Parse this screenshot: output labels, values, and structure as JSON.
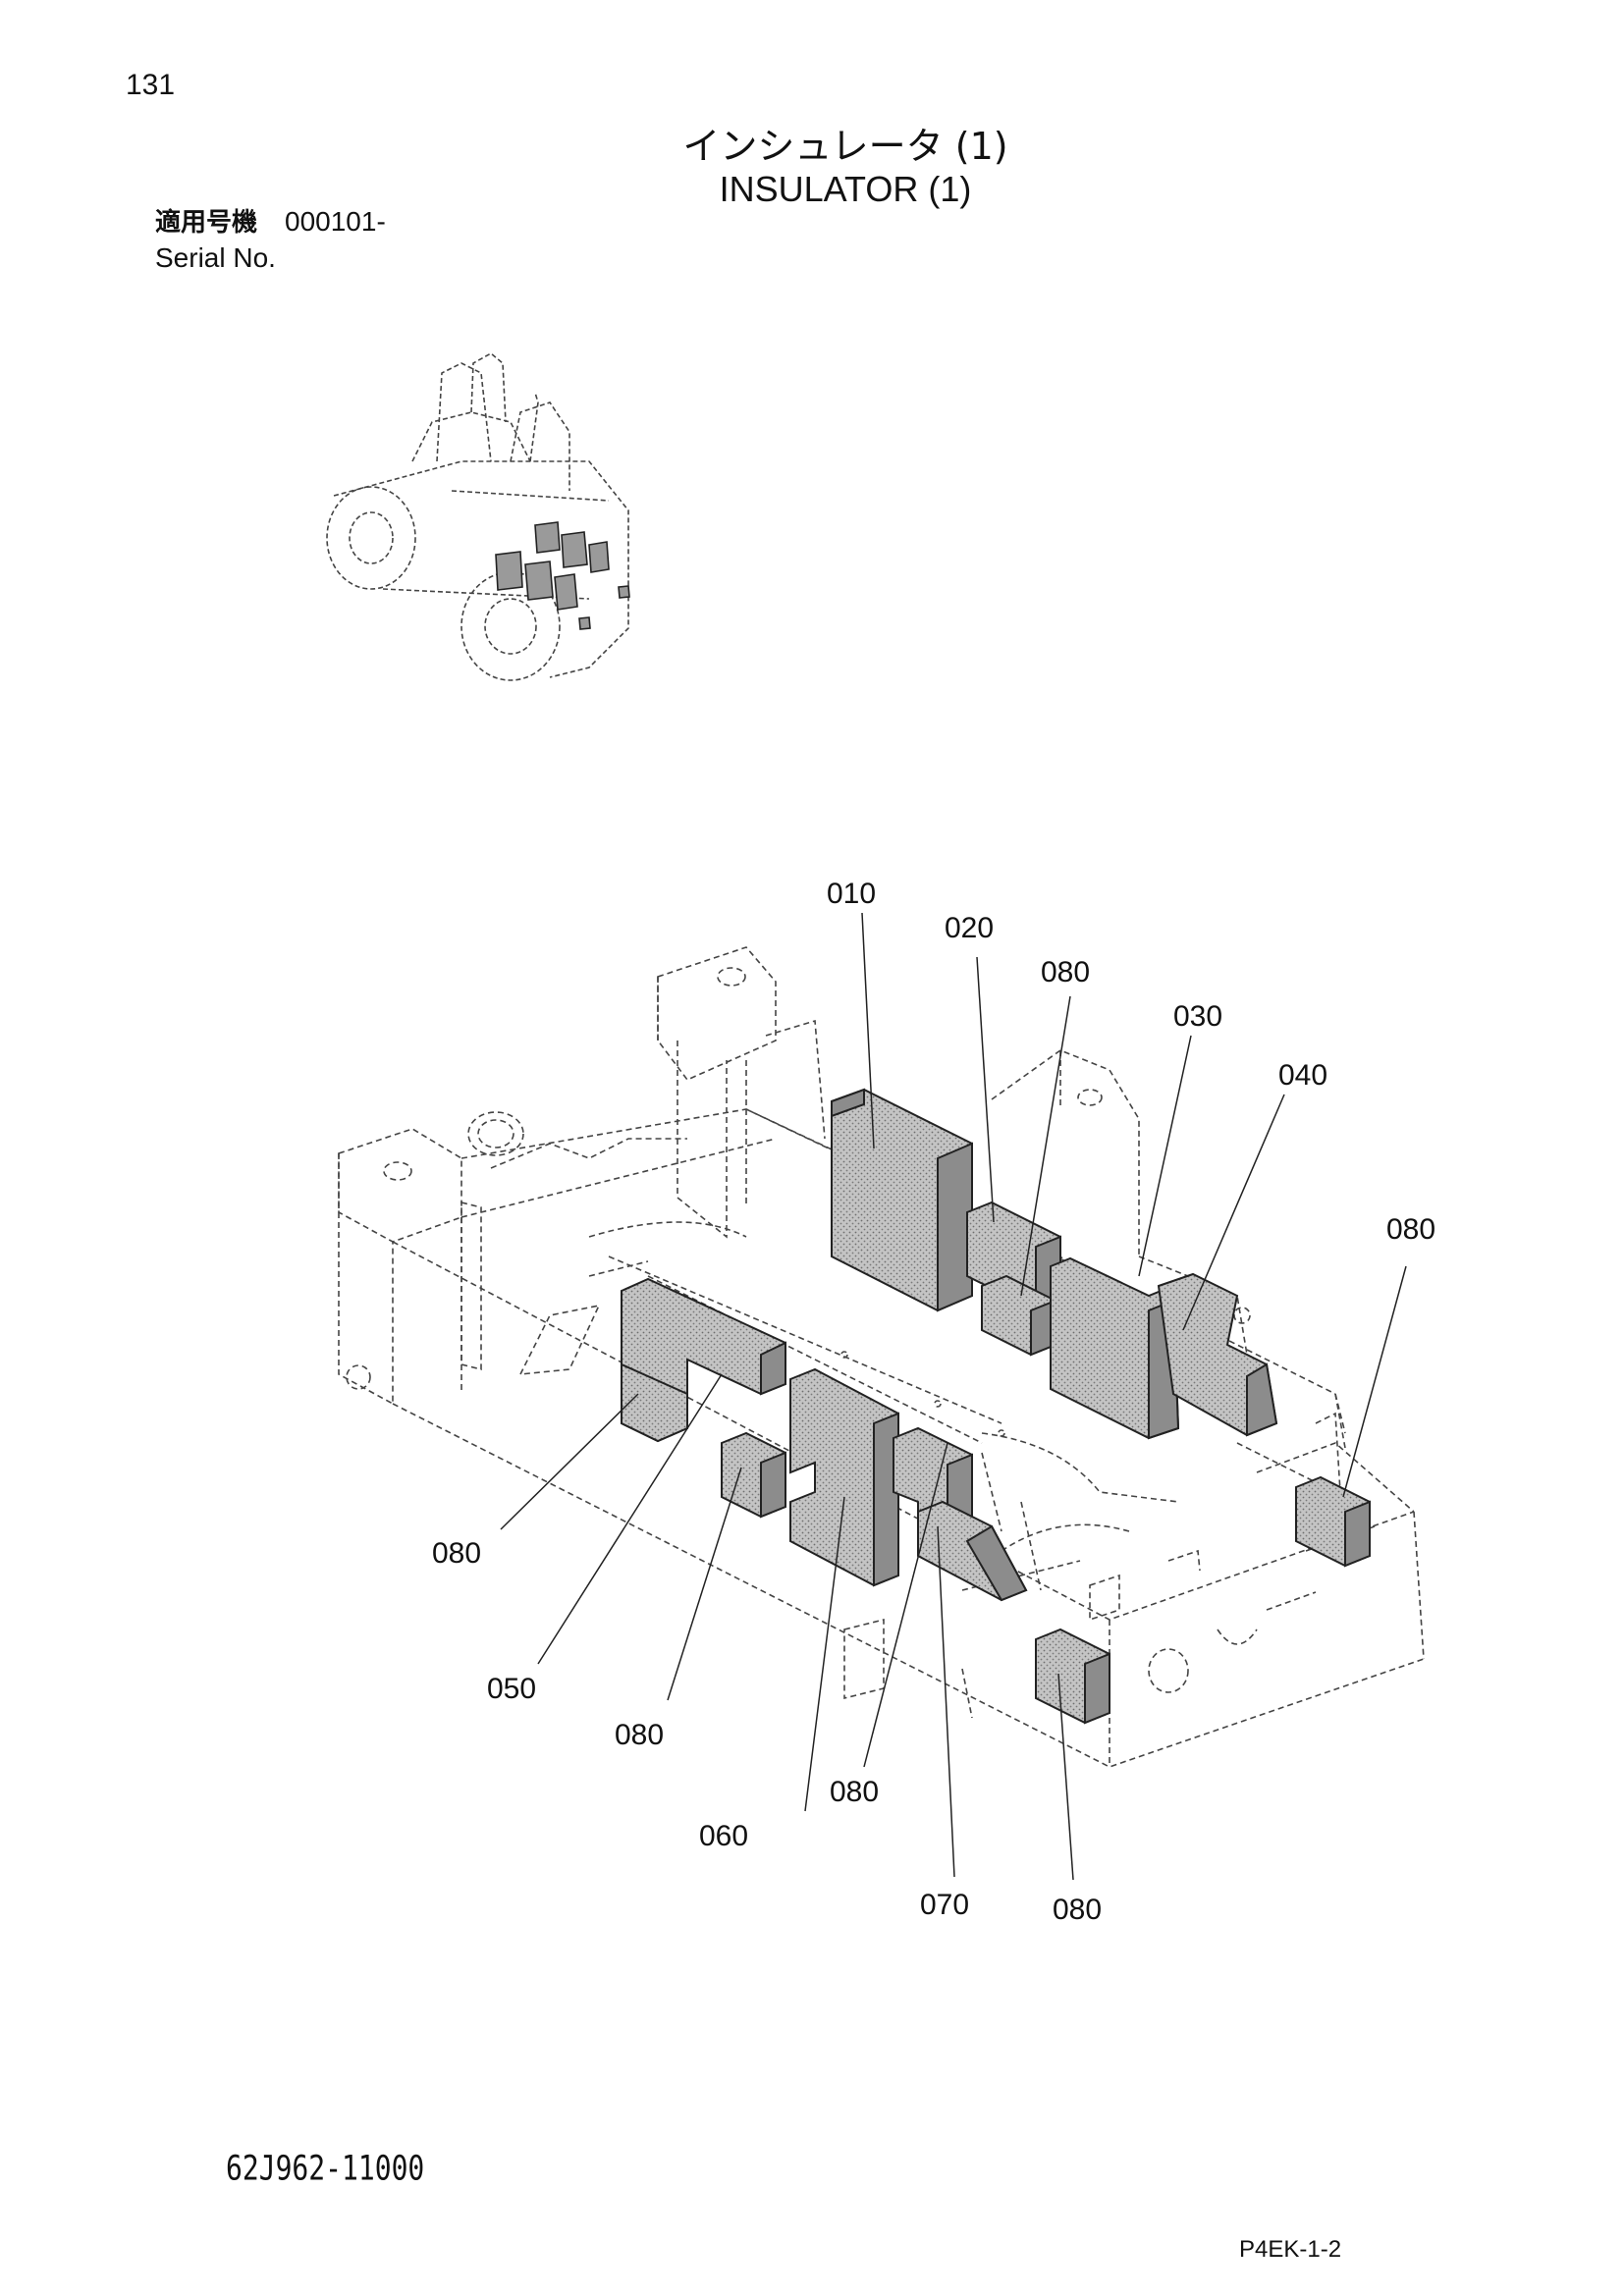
{
  "header": {
    "page_number": "131",
    "title_jp": "インシュレータ (1)",
    "title_en": "INSULATOR (1)",
    "serial_label_jp": "適用号機",
    "serial_value": "000101-",
    "serial_label_en": "Serial No."
  },
  "footer": {
    "part_code": "62J962-11000",
    "page_code": "P4EK-1-2"
  },
  "callouts": {
    "c010": "010",
    "c020": "020",
    "c080_top": "080",
    "c030": "030",
    "c040": "040",
    "c080_right": "080",
    "c080_left": "080",
    "c050": "050",
    "c080_mid": "080",
    "c060": "060",
    "c080_lower": "080",
    "c070": "070",
    "c080_bottom": "080"
  },
  "colors": {
    "line": "#333333",
    "insulator_fill": "#bfbfbf",
    "insulator_dark": "#8c8c8c"
  }
}
